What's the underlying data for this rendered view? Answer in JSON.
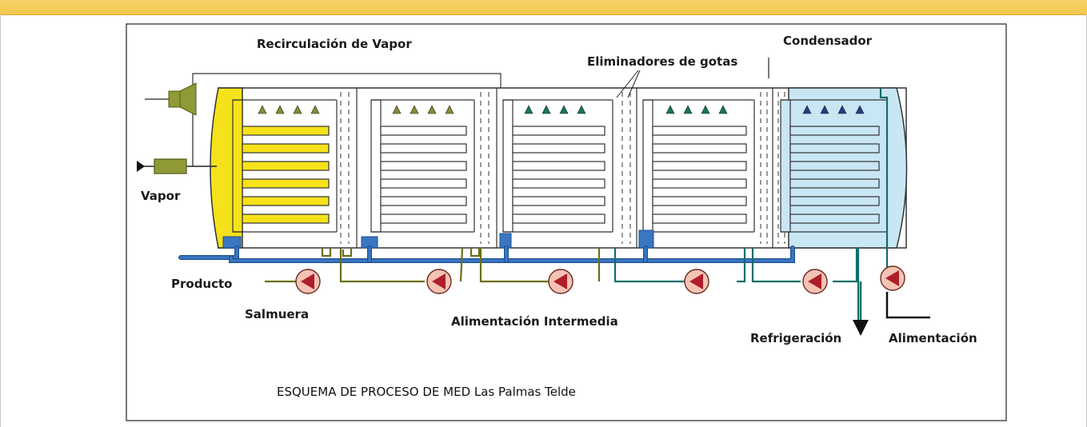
{
  "labels": {
    "recirculation": "Recirculación de Vapor",
    "condenser": "Condensador",
    "droplet_eliminators": "Eliminadores de gotas",
    "steam": "Vapor",
    "product": "Producto",
    "brine": "Salmuera",
    "intermediate_feed": "Alimentación Intermedia",
    "cooling": "Refrigeración",
    "feed": "Alimentación"
  },
  "caption": "ESQUEMA DE PROCESO DE MED Las Palmas Telde",
  "colors": {
    "first_effect": "#f6e21a",
    "condenser": "#c8e6f4",
    "brine_line": "#3b76c2",
    "feed_line_olive": "#6b6f18",
    "feed_line_teal": "#0f6f68",
    "pump_body": "#f5c3b4",
    "pump_arrow": "#b01d2a",
    "nozzle_olive": "#8a8a30",
    "nozzle_green": "#137a4a",
    "nozzle_navy": "#283a86",
    "valve": "#8f9a36"
  },
  "icons": {
    "pump": "centrifugal-pump-icon",
    "valve": "steam-valve-icon",
    "ejector": "thermocompressor-icon",
    "nozzle": "spray-nozzle-icon"
  }
}
